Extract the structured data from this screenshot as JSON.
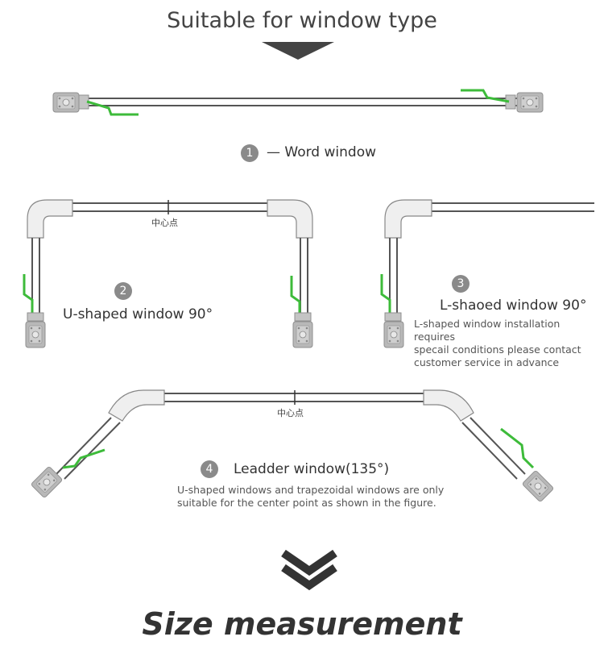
{
  "header": {
    "title": "Suitable for window type"
  },
  "types": [
    {
      "number": "1",
      "label": "— Word window"
    },
    {
      "number": "2",
      "label": "U-shaped window 90°",
      "center_mark": "中心点"
    },
    {
      "number": "3",
      "label": "L-shaoed window 90°",
      "note_lines": [
        "L-shaped window installation requires",
        "specail conditions please contact",
        "customer service in advance"
      ]
    },
    {
      "number": "4",
      "label": "Leadder window(135°)",
      "center_mark": "中心点",
      "note_lines": [
        "U-shaped windows and trapezoidal windows are only",
        "suitable for the center point as shown in the figure."
      ]
    }
  ],
  "footer": {
    "heading": "Size measurement"
  },
  "colors": {
    "track": "#555555",
    "cable": "#3dbb3a",
    "motor": "#b5b5b5",
    "badge": "#8a8a8a"
  }
}
